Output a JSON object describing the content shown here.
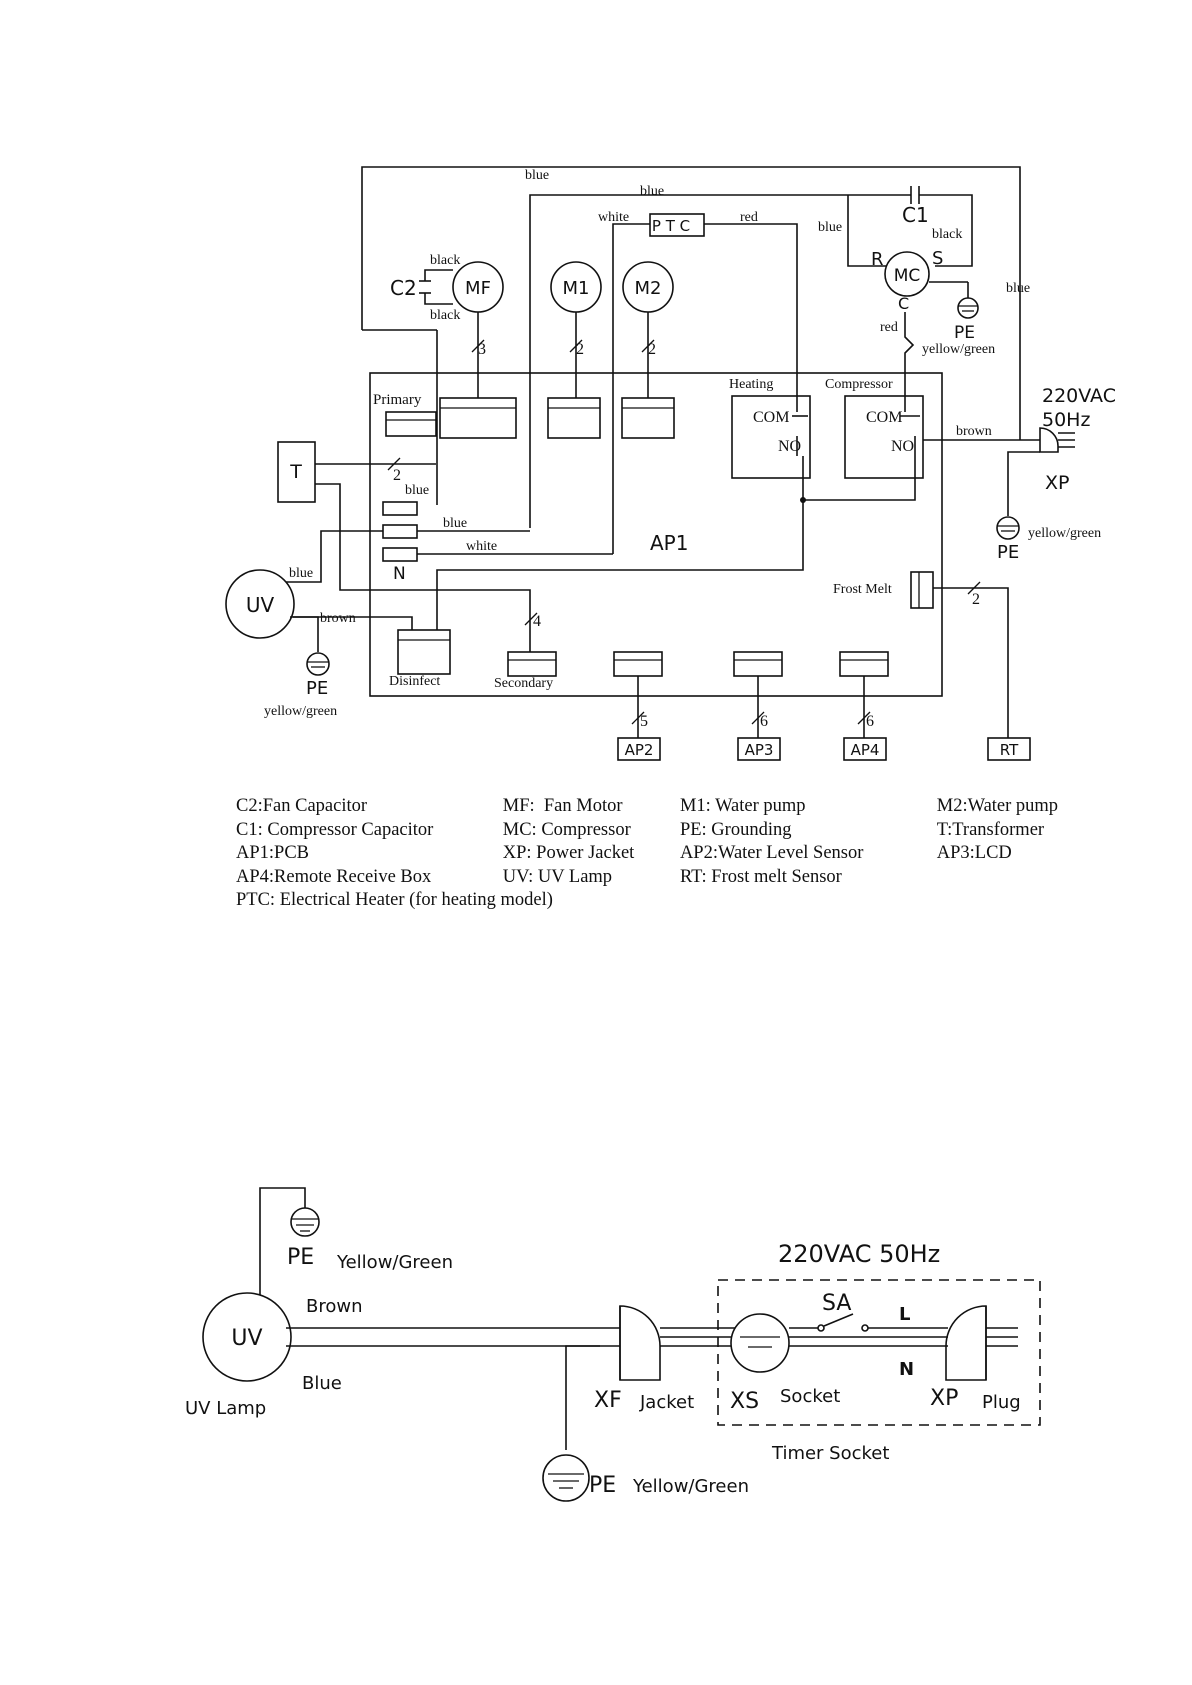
{
  "top_diagram": {
    "wire": {
      "blue": "blue",
      "white": "white",
      "red": "red",
      "black": "black",
      "brown": "brown",
      "yellow_green": "yellow/green"
    },
    "components": {
      "C1": "C1",
      "C2": "C2",
      "MF": "MF",
      "M1": "M1",
      "M2": "M2",
      "MC": "MC",
      "PTC": "P T C",
      "T": "T",
      "UV": "UV",
      "AP1": "AP1",
      "PE": "PE",
      "XP": "XP",
      "R": "R",
      "S": "S",
      "C": "C",
      "N": "N"
    },
    "supply": {
      "voltage": "220VAC",
      "freq": "50Hz"
    },
    "boxes": {
      "heating": "Heating",
      "compressor": "Compressor",
      "primary": "Primary",
      "disinfect": "Disinfect",
      "secondary": "Secondary",
      "frost_melt": "Frost Melt",
      "com": "COM",
      "no": "NO"
    },
    "bus_counts": {
      "mf": "3",
      "m1": "2",
      "m2": "2",
      "t": "2",
      "sec": "4",
      "ap2": "5",
      "ap3": "6",
      "ap4": "6",
      "rt": "2"
    },
    "connectors": {
      "ap2": "AP2",
      "ap3": "AP3",
      "ap4": "AP4",
      "rt": "RT"
    }
  },
  "legend": [
    [
      "C2:Fan Capacitor",
      "MF:  Fan Motor",
      "M1: Water pump",
      "M2:Water pump"
    ],
    [
      "C1: Compressor Capacitor",
      "MC: Compressor",
      "PE: Grounding",
      "T:Transformer"
    ],
    [
      "AP1:PCB",
      "XP: Power Jacket",
      "AP2:Water Level Sensor",
      "AP3:LCD"
    ],
    [
      "AP4:Remote Receive Box",
      "UV: UV Lamp",
      "RT: Frost melt Sensor",
      ""
    ]
  ],
  "legend_last": "PTC: Electrical Heater (for heating model)",
  "bottom_diagram": {
    "pe_top": "PE",
    "pe_top_color": "Yellow/Green",
    "supply": "220VAC 50Hz",
    "uv": "UV",
    "uv_lamp": "UV Lamp",
    "brown": "Brown",
    "blue": "Blue",
    "sa": "SA",
    "L": "L",
    "N": "N",
    "xf": "XF",
    "jacket": "Jacket",
    "xs": "XS",
    "socket": "Socket",
    "xp": "XP",
    "plug": "Plug",
    "timer_socket": "Timer   Socket",
    "pe_bottom": "PE",
    "pe_bottom_color": "Yellow/Green"
  }
}
